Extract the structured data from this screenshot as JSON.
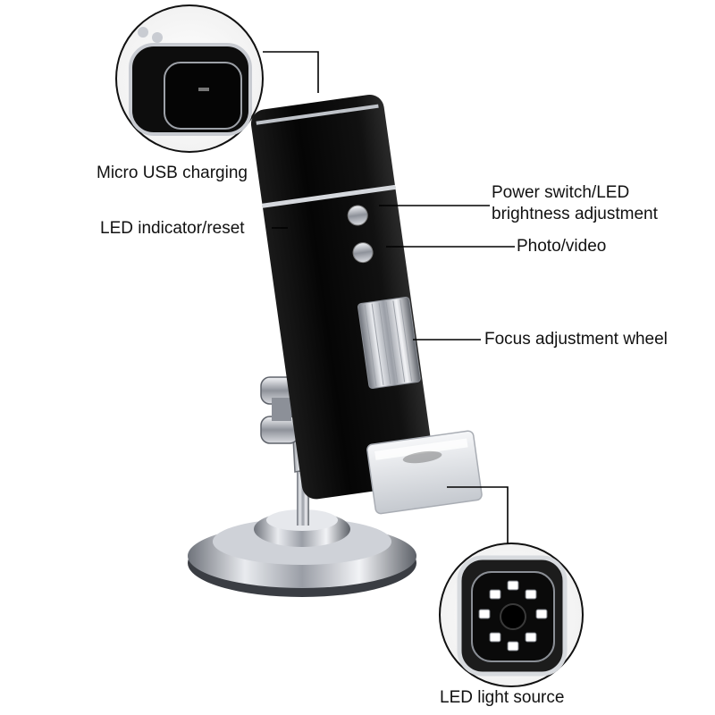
{
  "callouts": {
    "micro_usb": "Micro USB charging",
    "led_indicator": "LED indicator/reset",
    "power_switch_line1": "Power switch/LED",
    "power_switch_line2": "brightness adjustment",
    "photo_video": "Photo/video",
    "focus_wheel": "Focus adjustment wheel",
    "led_light_source": "LED light source"
  },
  "colors": {
    "body": "#0b0b0b",
    "chrome": "#c9ccd2",
    "leader_line": "#000000",
    "led": "#ffffff"
  }
}
